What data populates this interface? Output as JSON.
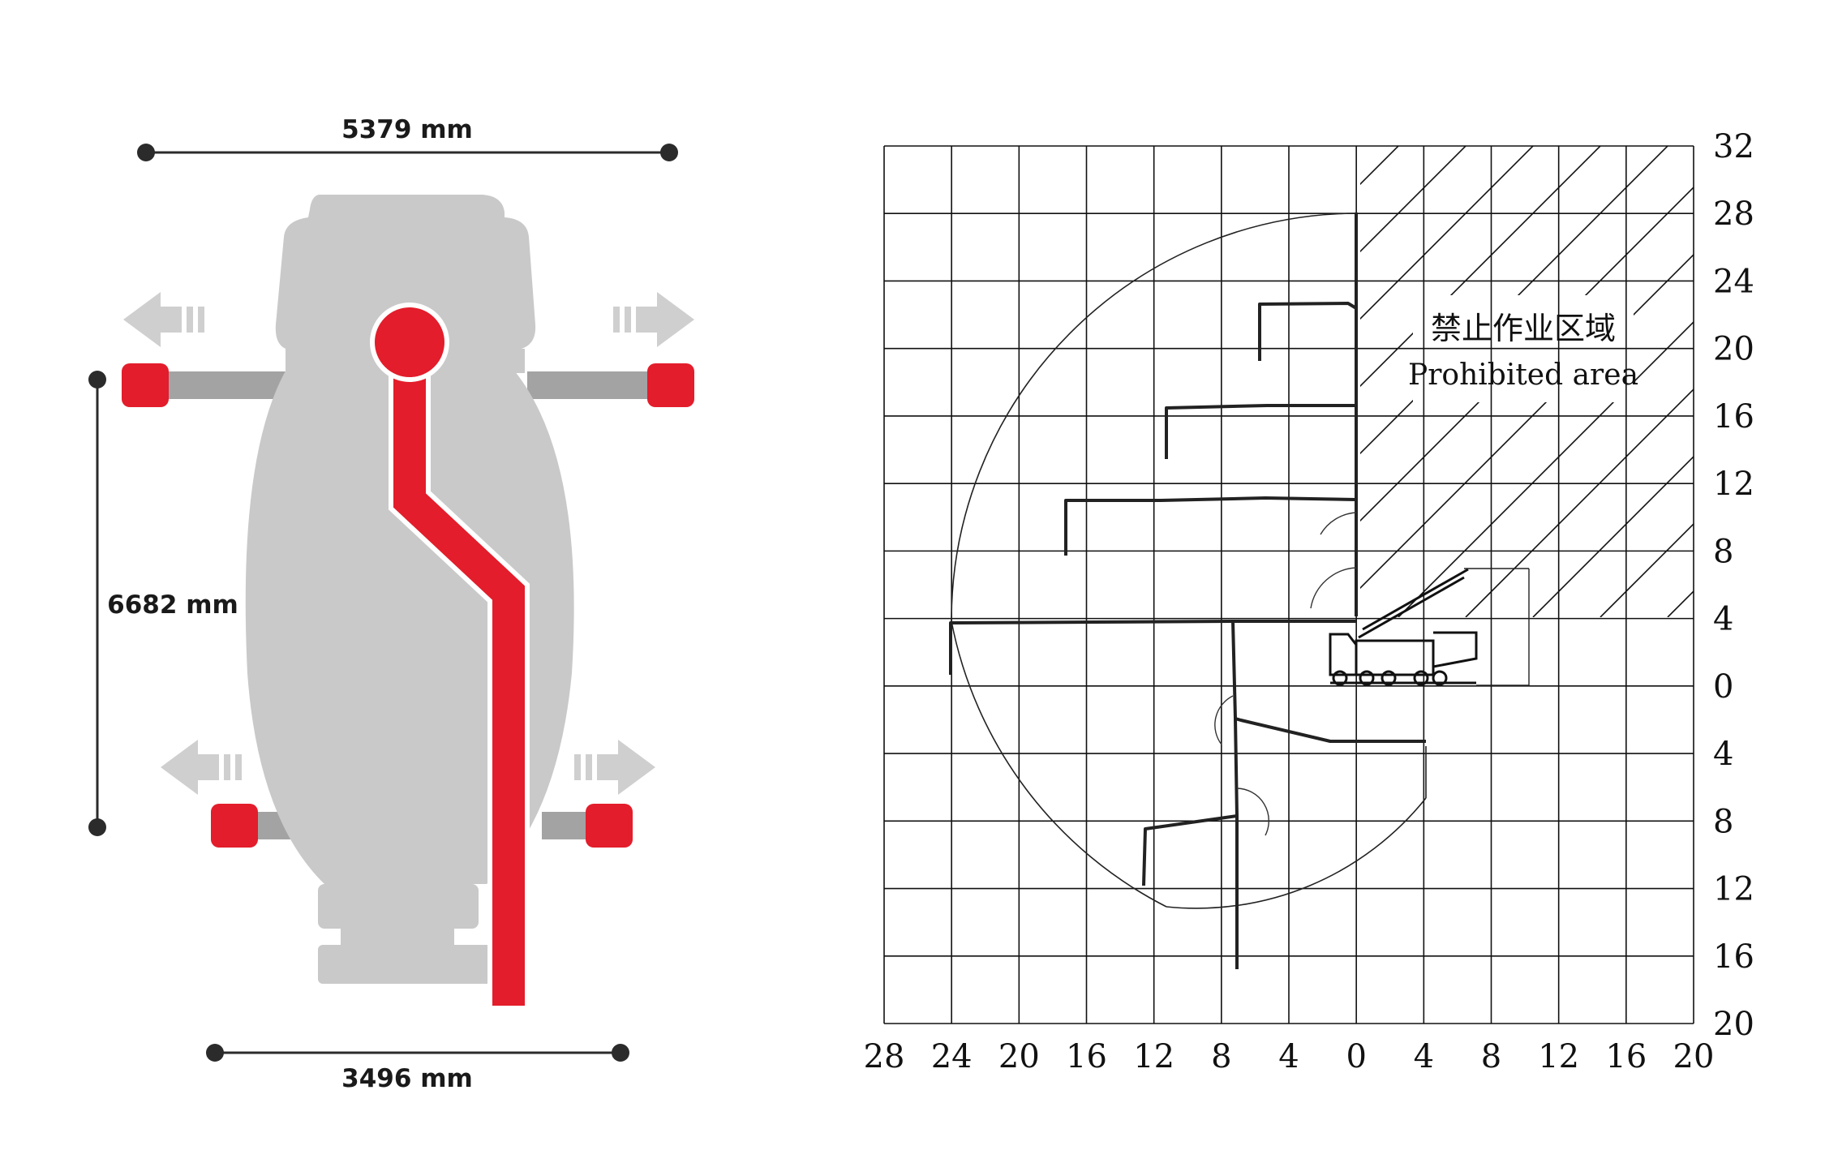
{
  "outrigger_diagram": {
    "dimensions": {
      "front_span": "5379 mm",
      "rear_span": "3496 mm",
      "length": "6682 mm"
    },
    "colors": {
      "body": "#c9c9c9",
      "arm": "#a3a3a3",
      "pad": "#e31d2b",
      "boom": "#e31d2b",
      "arrow": "#cfcfcf",
      "dimension_line": "#2b2b2b"
    }
  },
  "reach_diagram": {
    "x_axis_labels": [
      "28",
      "24",
      "20",
      "16",
      "12",
      "8",
      "4",
      "0",
      "4",
      "8",
      "12",
      "16",
      "20"
    ],
    "y_axis_labels": [
      "32",
      "28",
      "24",
      "20",
      "16",
      "12",
      "8",
      "4",
      "0",
      "4",
      "8",
      "12",
      "16",
      "20"
    ],
    "prohibited_area": {
      "label_zh": "禁止作业区域",
      "label_en": "Prohibited area"
    }
  }
}
